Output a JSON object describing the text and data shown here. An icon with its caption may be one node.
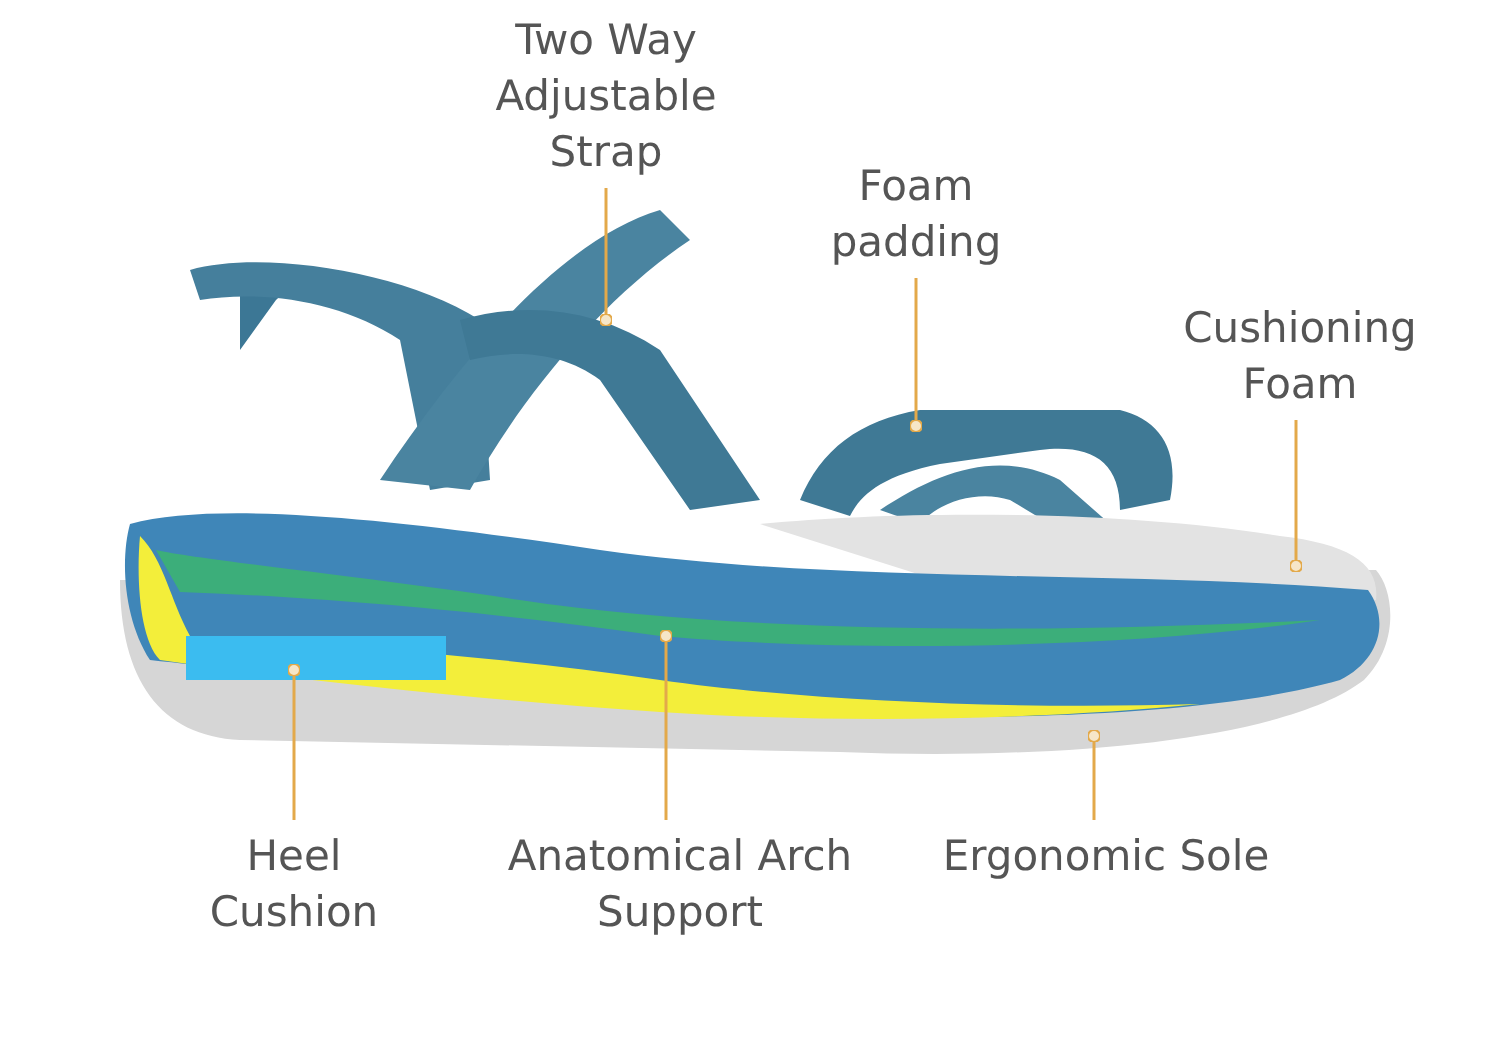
{
  "diagram": {
    "nodes": [
      {
        "text": [
          "Two Way Adjustable Strap"
        ]
      },
      {
        "text": [
          "Foam padding"
        ]
      },
      {
        "text": [
          "Cushioning Foam"
        ]
      },
      {
        "text": [
          "Heel Cushion"
        ]
      },
      {
        "text": [
          "Anatomical Arch Support"
        ]
      },
      {
        "text": [
          "Ergonomic Sole"
        ]
      }
    ],
    "edges": [
      {
        "from": 0,
        "to": null,
        "arrow": "other"
      },
      {
        "from": 1,
        "to": null,
        "arrow": "other"
      },
      {
        "from": 2,
        "to": null,
        "arrow": "other"
      },
      {
        "from": 3,
        "to": null,
        "arrow": "other"
      },
      {
        "from": 4,
        "to": null,
        "arrow": "other"
      },
      {
        "from": 5,
        "to": null,
        "arrow": "other"
      }
    ]
  }
}
